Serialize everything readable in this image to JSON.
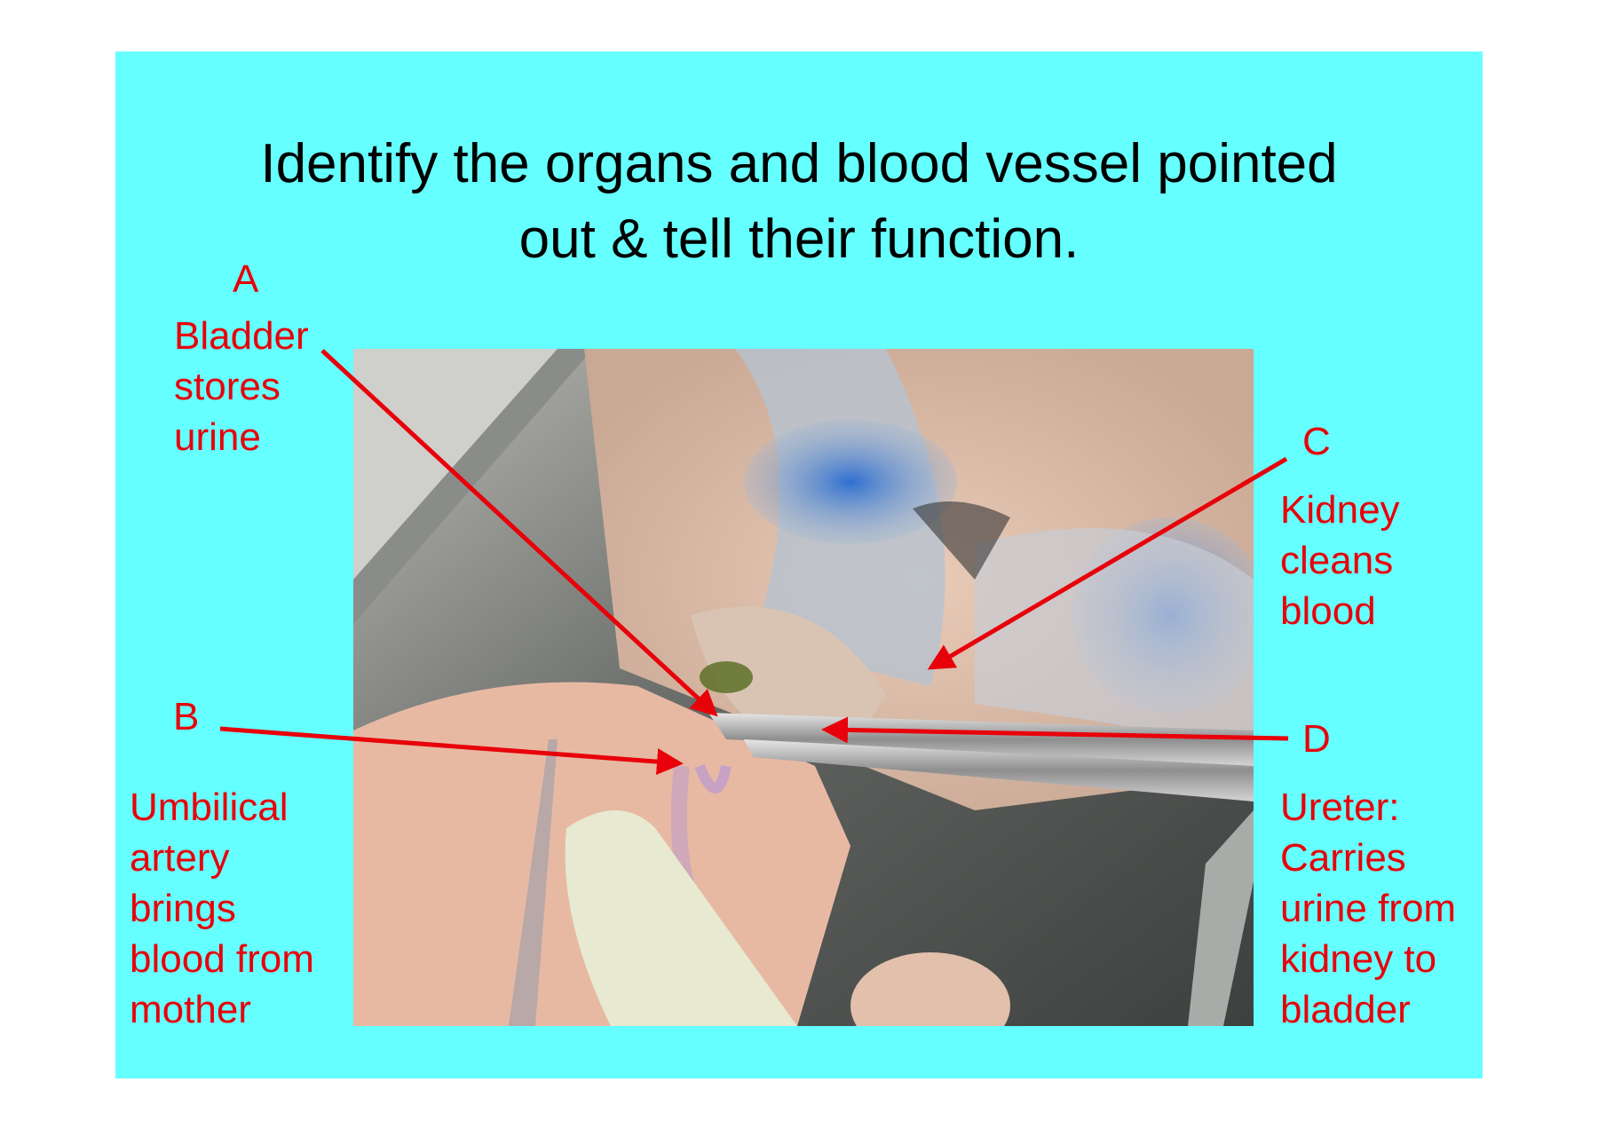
{
  "title": {
    "line1": "Identify the organs and blood vessel pointed",
    "line2": "out & tell their function."
  },
  "labels": {
    "a": {
      "letter": "A",
      "lines": [
        "Bladder",
        "stores",
        "urine"
      ]
    },
    "b": {
      "letter": "B",
      "lines": [
        "Umbilical",
        "artery",
        "brings",
        "blood from",
        "mother"
      ]
    },
    "c": {
      "letter": "C",
      "lines": [
        "Kidney",
        "cleans",
        "blood"
      ]
    },
    "d": {
      "letter": "D",
      "lines": [
        "Ureter:",
        "Carries",
        "urine from",
        "kidney to",
        "bladder"
      ]
    }
  },
  "colors": {
    "background": "#66ffff",
    "label": "#e8000a",
    "title": "#000000"
  }
}
